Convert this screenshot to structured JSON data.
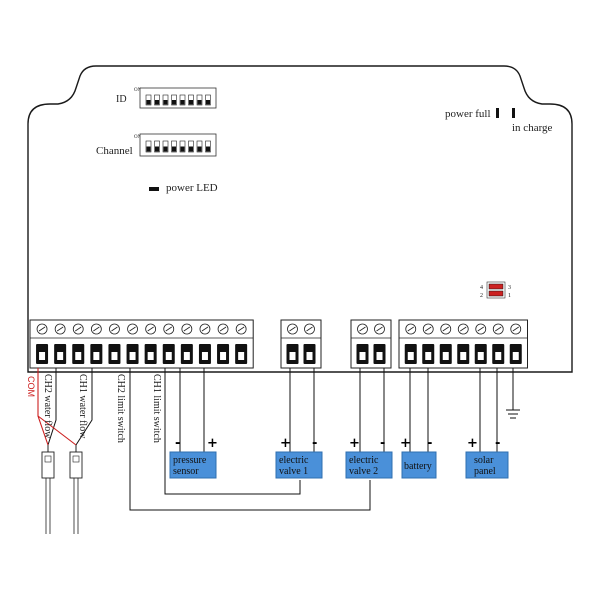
{
  "labels": {
    "id": "ID",
    "channel": "Channel",
    "power_led": "power LED",
    "power_full": "power full",
    "in_charge": "in charge",
    "dip_on": "ON",
    "com": "COM",
    "ch2_water_flow": "CH2 water flow",
    "ch1_water_flow": "CH1 water flow",
    "ch2_limit_switch": "CH2 limit switch",
    "ch1_limit_switch": "CH1 limit switch"
  },
  "jumper": {
    "n1": "1",
    "n2": "2",
    "n3": "3",
    "n4": "4"
  },
  "devices": [
    {
      "line1": "pressure",
      "line2": "sensor",
      "left_sign": "-",
      "right_sign": "+"
    },
    {
      "line1": "electric",
      "line2": "valve 1",
      "left_sign": "+",
      "right_sign": "-"
    },
    {
      "line1": "electric",
      "line2": "valve 2",
      "left_sign": "+",
      "right_sign": "-"
    },
    {
      "line1": "battery",
      "line2": "",
      "left_sign": "+",
      "right_sign": "-"
    },
    {
      "line1": "solar",
      "line2": "panel",
      "left_sign": "+",
      "right_sign": "-"
    }
  ],
  "colors": {
    "device_box": "#4a90d9",
    "com_wire": "#cc1f1f",
    "jumper": "#cc2222"
  }
}
